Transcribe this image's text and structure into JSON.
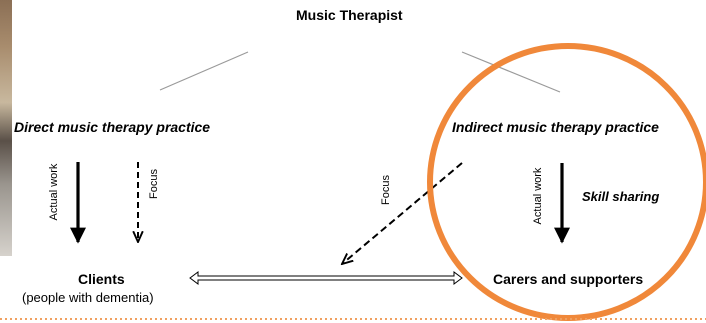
{
  "title": "Music Therapist",
  "direct": {
    "heading": "Direct music therapy practice",
    "actual_work": "Actual work",
    "focus": "Focus"
  },
  "indirect": {
    "heading": "Indirect music therapy practice",
    "actual_work": "Actual work",
    "skill_sharing": "Skill sharing",
    "focus": "Focus"
  },
  "clients": {
    "label": "Clients",
    "sublabel": "(people with dementia)"
  },
  "carers": {
    "label": "Carers and supporters"
  },
  "colors": {
    "highlight_circle": "#f0883a",
    "divider": "#f0a060",
    "line": "#000000",
    "branch_line": "#9a9a9a"
  }
}
